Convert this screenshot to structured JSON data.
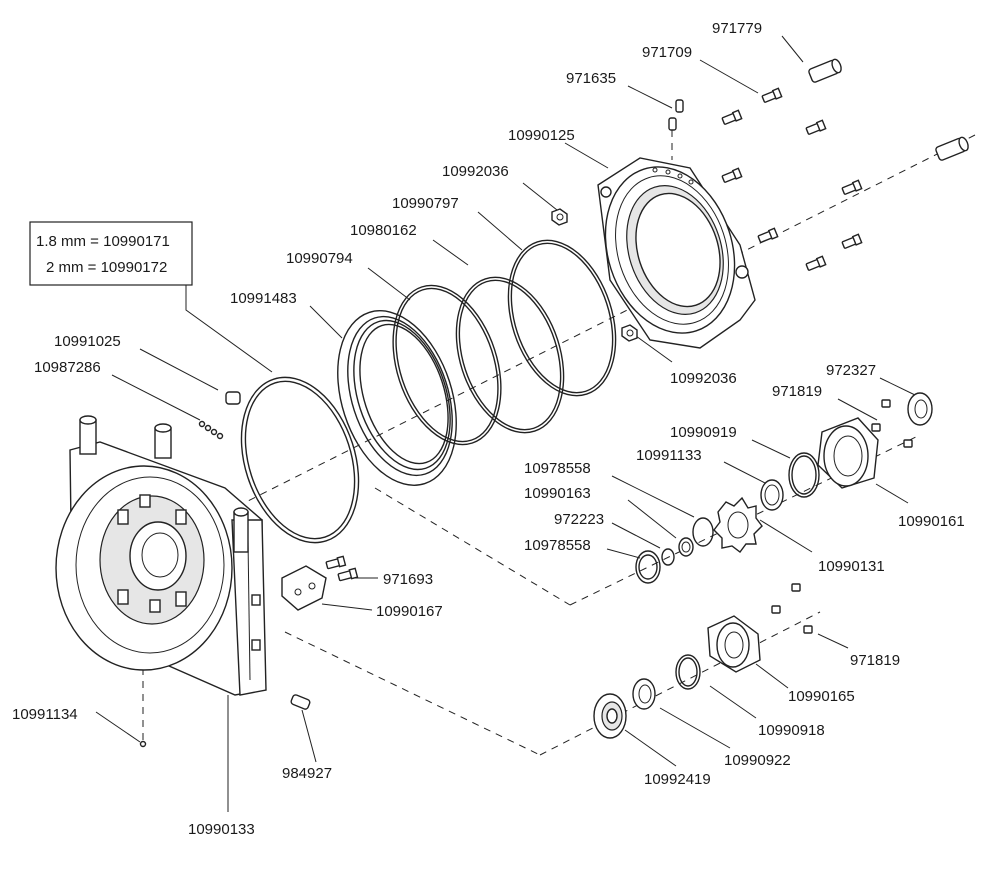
{
  "thickness_note": {
    "line1": "1.8 mm = 10990171",
    "line2": "2 mm = 10990172"
  },
  "labels": {
    "p971779": "971779",
    "p971709": "971709",
    "p971635": "971635",
    "p10990125": "10990125",
    "p10992036_top": "10992036",
    "p10990797": "10990797",
    "p10980162": "10980162",
    "p10990794": "10990794",
    "p10991483": "10991483",
    "p10991025": "10991025",
    "p10987286": "10987286",
    "p10992036_mid": "10992036",
    "p972327": "972327",
    "p971819_top": "971819",
    "p10990919": "10990919",
    "p10991133": "10991133",
    "p10978558_top": "10978558",
    "p10990163": "10990163",
    "p972223": "972223",
    "p10978558_bot": "10978558",
    "p10990161": "10990161",
    "p10990131": "10990131",
    "p971693": "971693",
    "p10990167": "10990167",
    "p971819_bot": "971819",
    "p10990165": "10990165",
    "p10990918": "10990918",
    "p10990922": "10990922",
    "p10992419": "10992419",
    "p10991134": "10991134",
    "p984927": "984927",
    "p10990133": "10990133"
  }
}
